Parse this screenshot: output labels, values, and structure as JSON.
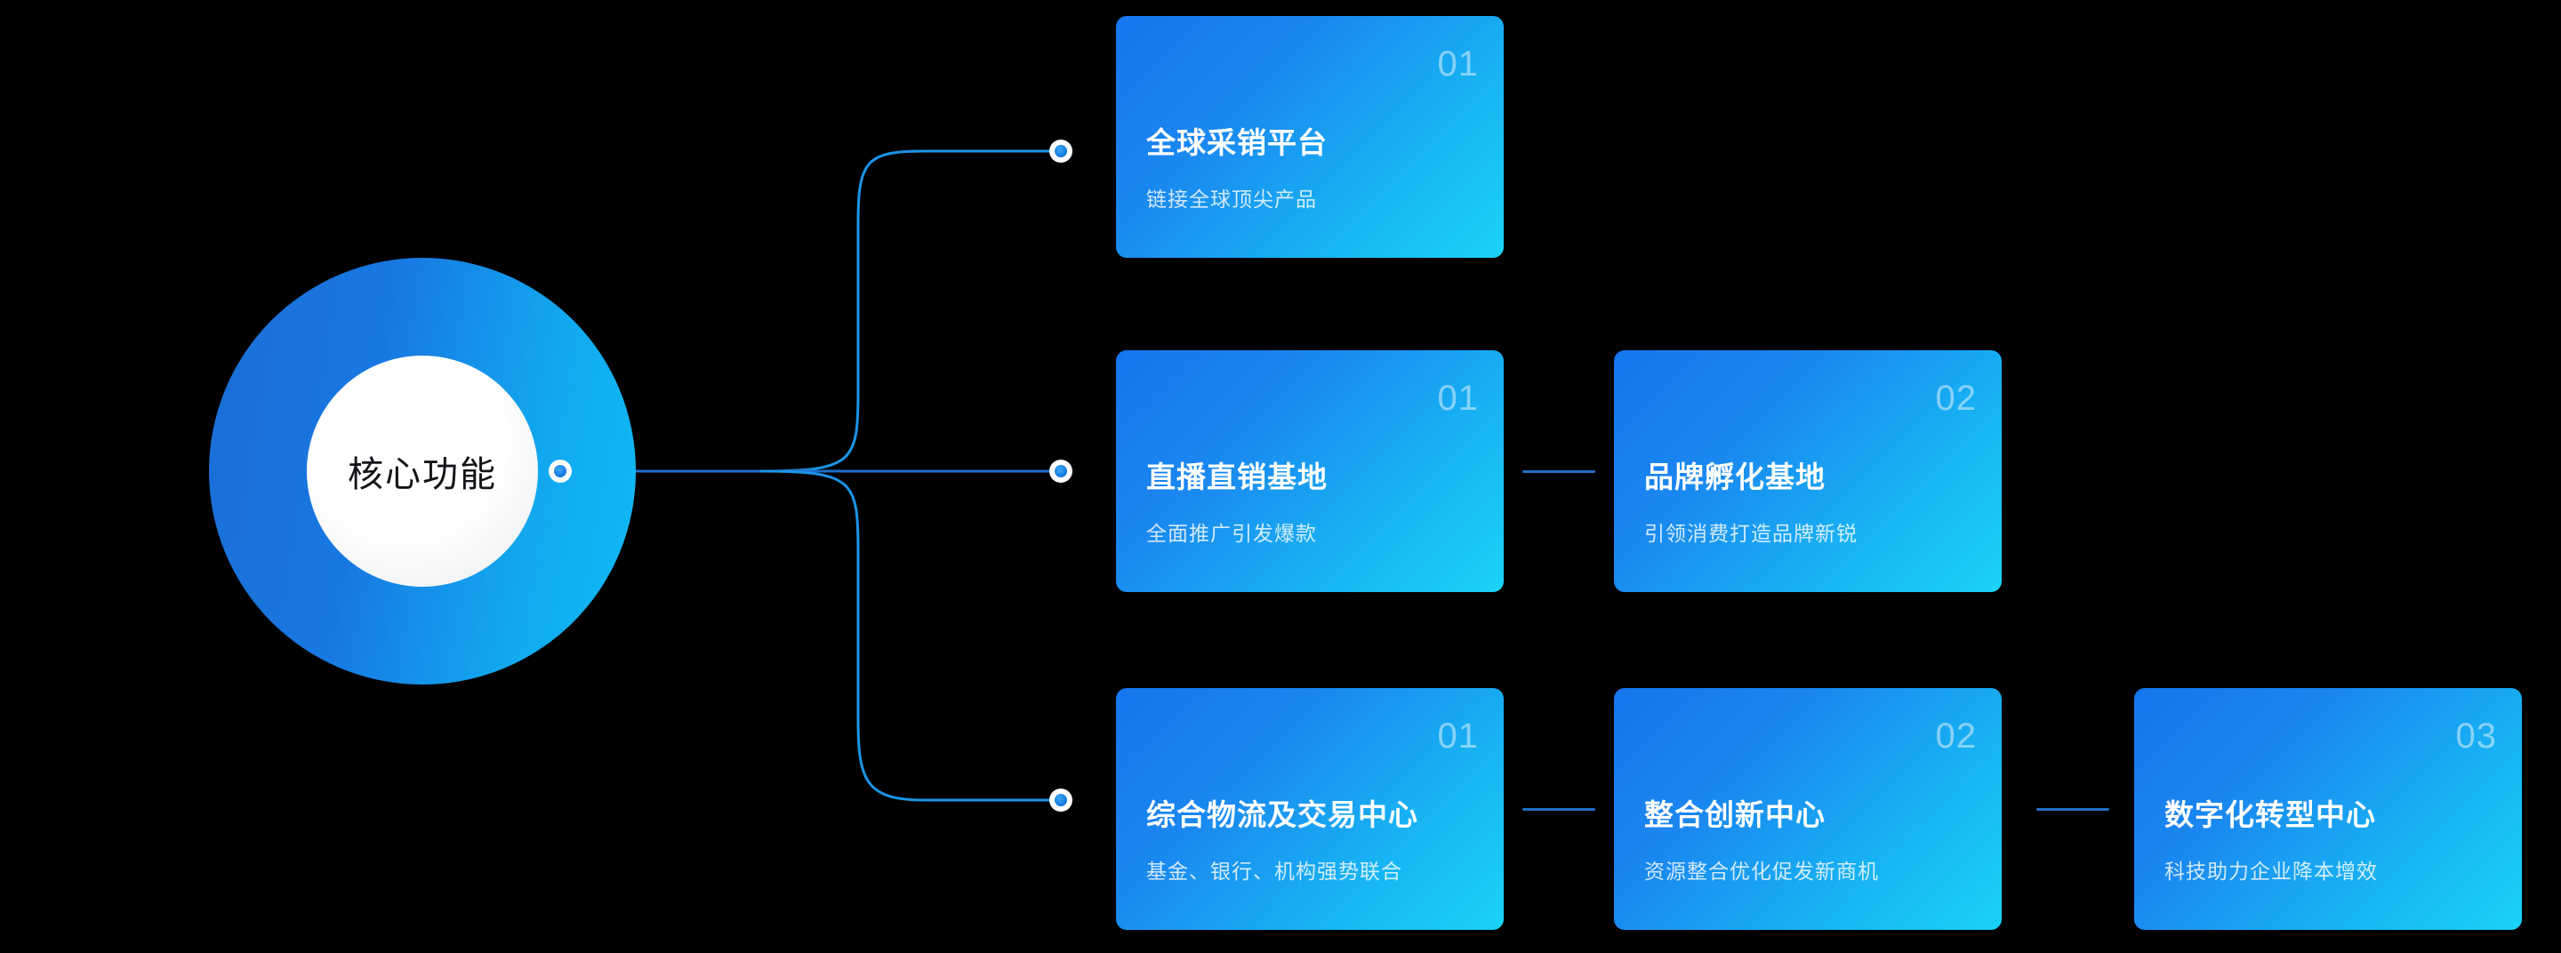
{
  "background_color": "#000000",
  "accent_color": "#1678ee",
  "accent_color_2": "#1ad3f7",
  "link_color": "#1f6fc9",
  "hub": {
    "label": "核心功能",
    "node_name": "hub-node"
  },
  "rows": [
    {
      "row_label": "row-1",
      "cards": [
        {
          "number": "01",
          "title": "全球采销平台",
          "subtitle": "链接全球顶尖产品"
        }
      ]
    },
    {
      "row_label": "row-2",
      "cards": [
        {
          "number": "01",
          "title": "直播直销基地",
          "subtitle": "全面推广引发爆款"
        },
        {
          "number": "02",
          "title": "品牌孵化基地",
          "subtitle": "引领消费打造品牌新锐"
        }
      ]
    },
    {
      "row_label": "row-3",
      "cards": [
        {
          "number": "01",
          "title": "综合物流及交易中心",
          "subtitle": "基金、银行、机构强势联合"
        },
        {
          "number": "02",
          "title": "整合创新中心",
          "subtitle": "资源整合优化促发新商机"
        },
        {
          "number": "03",
          "title": "数字化转型中心",
          "subtitle": "科技助力企业降本增效"
        }
      ]
    }
  ]
}
